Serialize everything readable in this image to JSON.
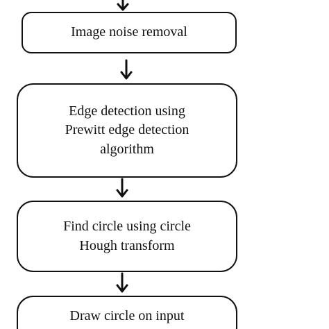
{
  "diagram": {
    "steps": [
      {
        "id": "image-noise-removal",
        "label": "Image noise removal"
      },
      {
        "id": "edge-detection",
        "label": "Edge detection using\nPrewitt edge detection\nalgorithm"
      },
      {
        "id": "find-circle",
        "label": "Find circle using circle\nHough transform"
      },
      {
        "id": "draw-circle",
        "label": "Draw circle on input"
      }
    ],
    "colors": {
      "stroke": "#111111",
      "background": "#ffffff"
    }
  }
}
